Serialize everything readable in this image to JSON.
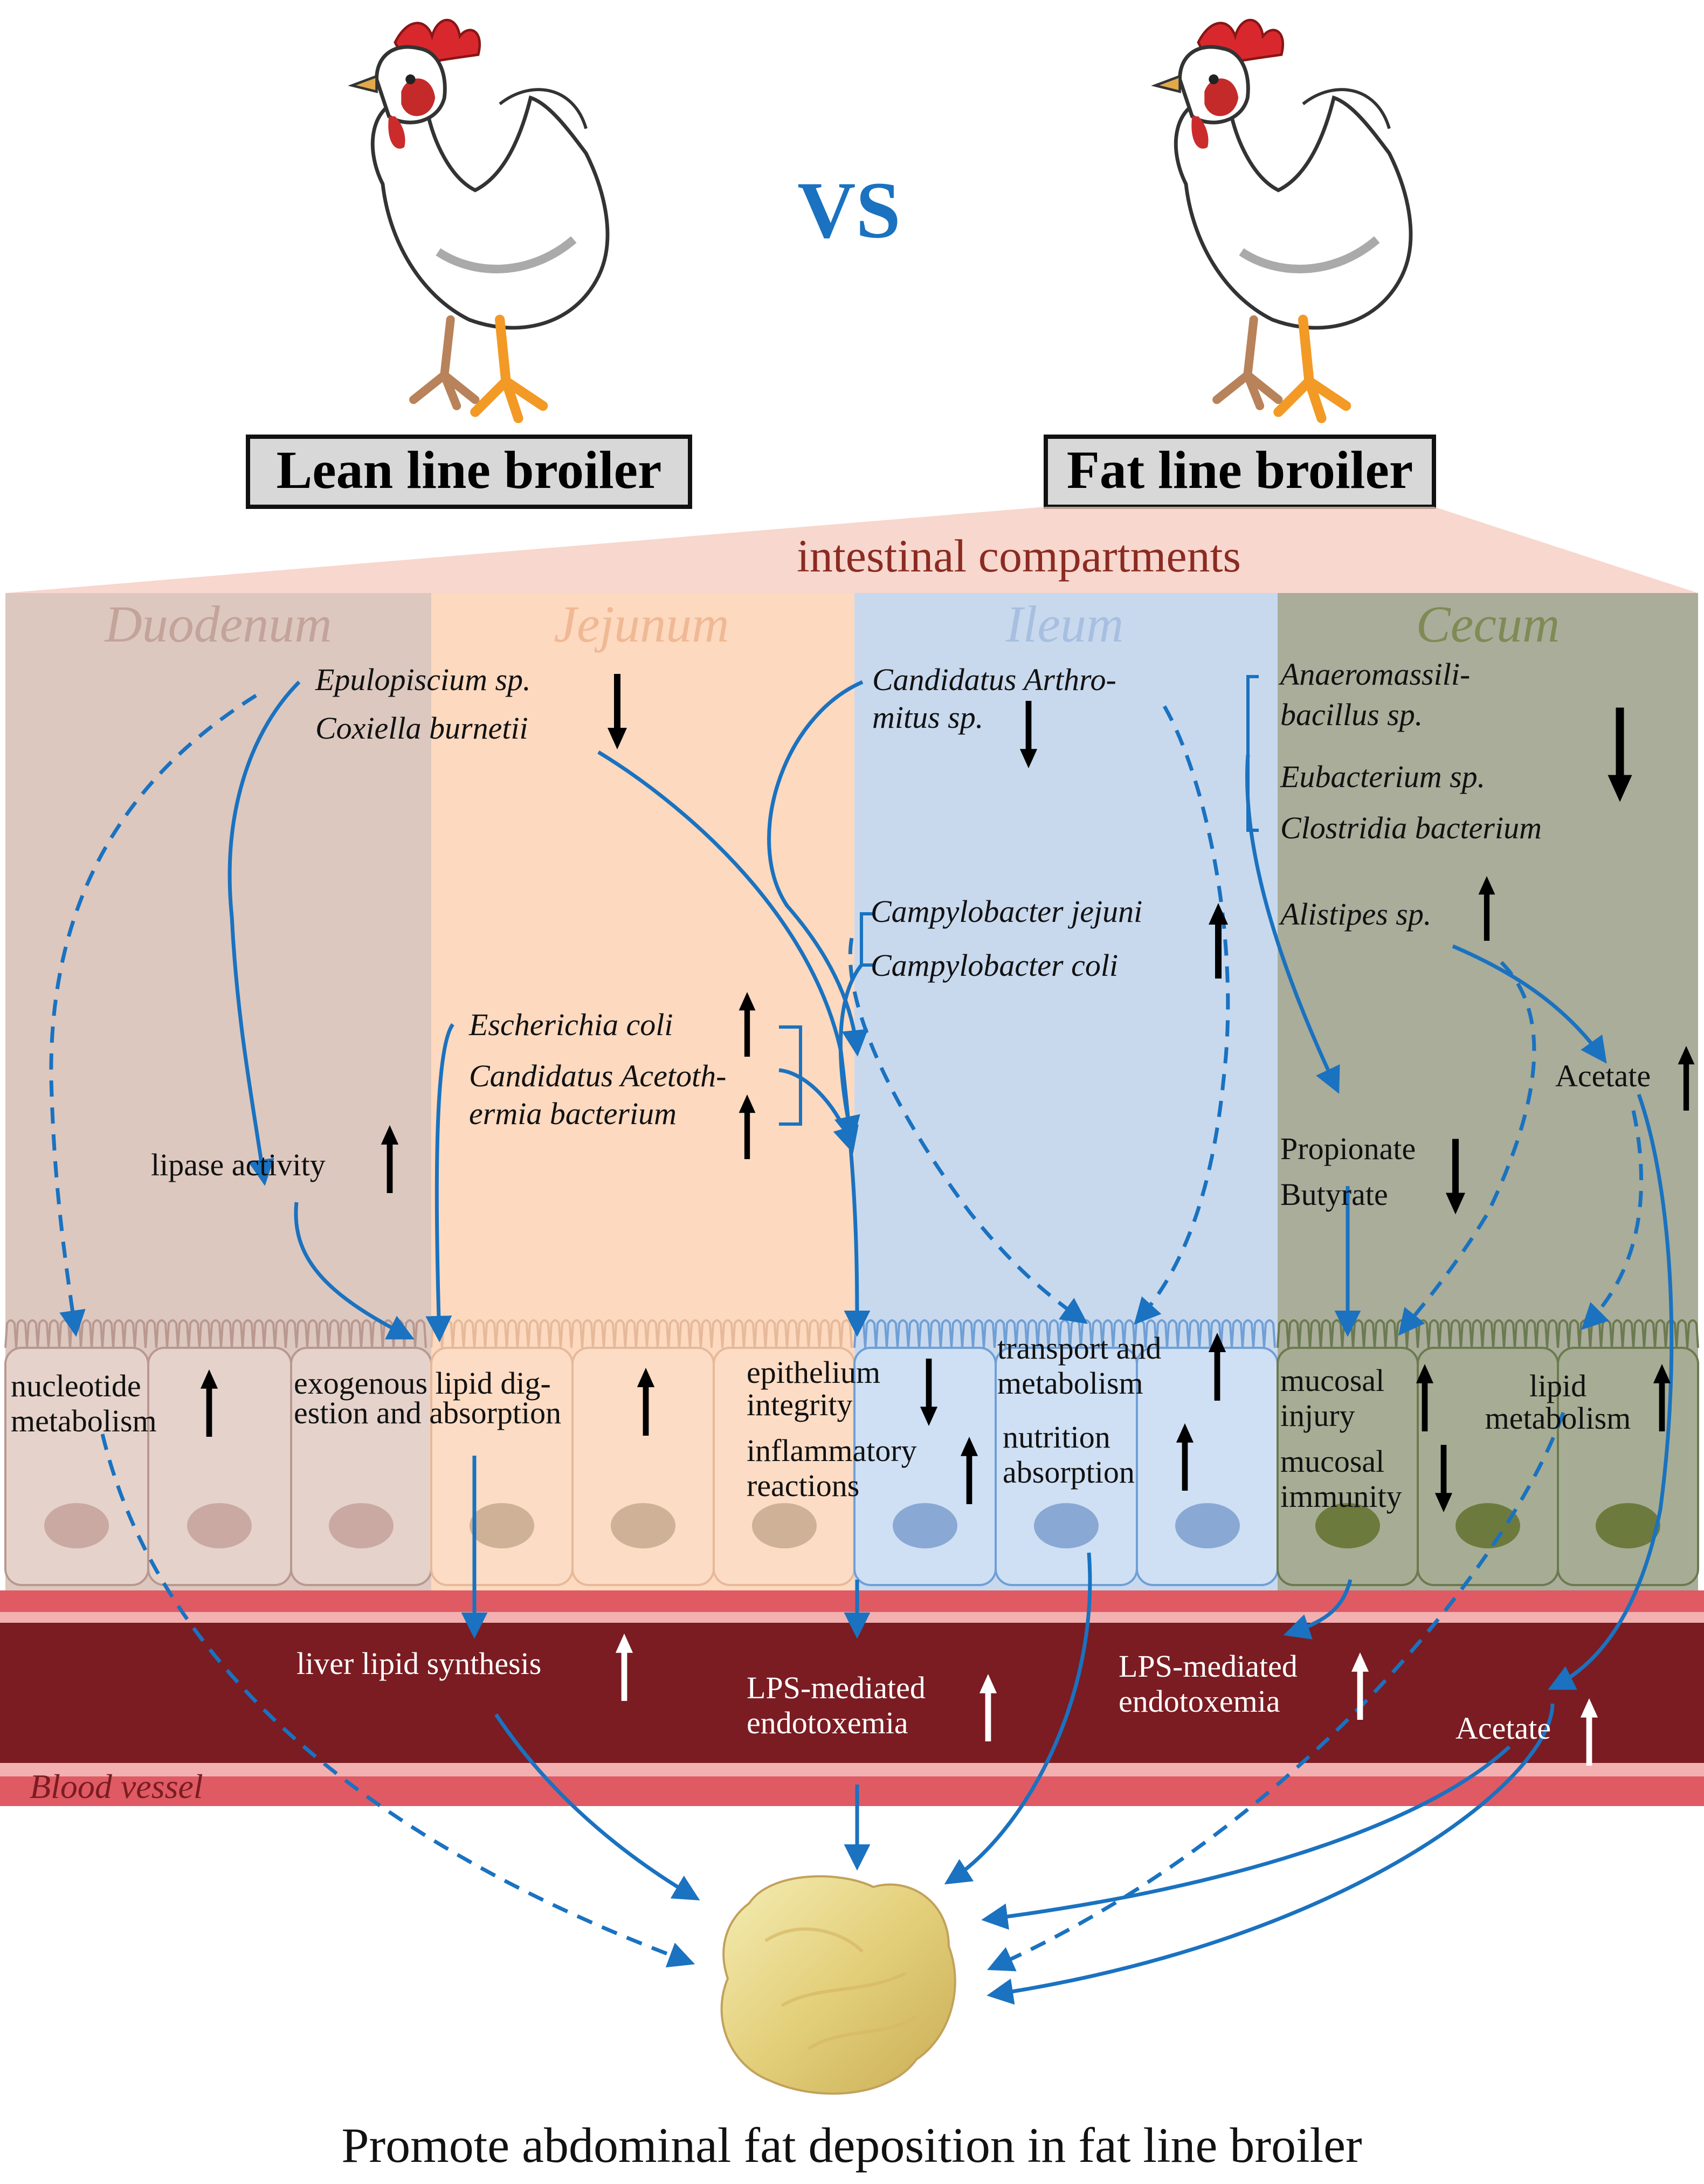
{
  "vs_label": "VS",
  "broilers": {
    "lean_label": "Lean line broiler",
    "fat_label": "Fat line broiler"
  },
  "compartments_header": "intestinal compartments",
  "compartments": {
    "duodenum": {
      "name": "Duodenum",
      "fill": "#dcc8bf",
      "title_color": "#c3a39a"
    },
    "jejunum": {
      "name": "Jejunum",
      "fill": "#fcd9bf",
      "title_color": "#f0b894"
    },
    "ileum": {
      "name": "Ileum",
      "fill": "#c8d9ee",
      "title_color": "#a7bfe0"
    },
    "cecum": {
      "name": "Cecum",
      "fill": "#a9ad9a",
      "title_color": "#7f8a55"
    }
  },
  "bacteria": {
    "epulopiscium": "Epulopiscium sp.",
    "coxiella": "Coxiella burnetii",
    "arthromitus_1": "Candidatus Arthro-",
    "arthromitus_2": "mitus sp.",
    "anaeromassili_1": "Anaeromassili-",
    "anaeromassili_2": "bacillus sp.",
    "eubacterium": "Eubacterium sp.",
    "clostridia": "Clostridia bacterium",
    "campylobacter_jejuni": "Campylobacter jejuni",
    "campylobacter_coli": "Campylobacter coli",
    "alistipes": "Alistipes sp.",
    "ecoli": "Escherichia coli",
    "acetothermia_1": "Candidatus Acetoth-",
    "acetothermia_2": "ermia bacterium"
  },
  "metabolites": {
    "lipase": "lipase activity",
    "acetate": "Acetate",
    "propionate": "Propionate",
    "butyrate": "Butyrate"
  },
  "epithelium": {
    "nucleotide_1": "nucleotide",
    "nucleotide_2": "metabolism",
    "lipid_dig_1": "exogenous lipid dig-",
    "lipid_dig_2": "estion and absorption",
    "epithelium_1": "epithelium",
    "epithelium_2": "integrity",
    "inflam_1": "inflammatory",
    "inflam_2": "reactions",
    "transport_1": "transport and",
    "transport_2": "metabolism",
    "nutrition_1": "nutrition",
    "nutrition_2": "absorption",
    "mucosal_injury_1": "mucosal",
    "mucosal_injury_2": "injury",
    "mucosal_immunity_1": "mucosal",
    "mucosal_immunity_2": "immunity",
    "lipid_metab_1": "lipid",
    "lipid_metab_2": "metabolism"
  },
  "blood": {
    "liver": "liver lipid synthesis",
    "lps1_1": "LPS-mediated",
    "lps1_2": "endotoxemia",
    "lps2_1": "LPS-mediated",
    "lps2_2": "endotoxemia",
    "acetate": "Acetate",
    "vessel_label": "Blood vessel"
  },
  "footer": "Promote abdominal fat deposition in fat line broiler",
  "colors": {
    "arrow_blue": "#1a72c0",
    "vessel": "#7a1c22",
    "vs": "#1a72c0",
    "header_text": "#8b2b22"
  }
}
